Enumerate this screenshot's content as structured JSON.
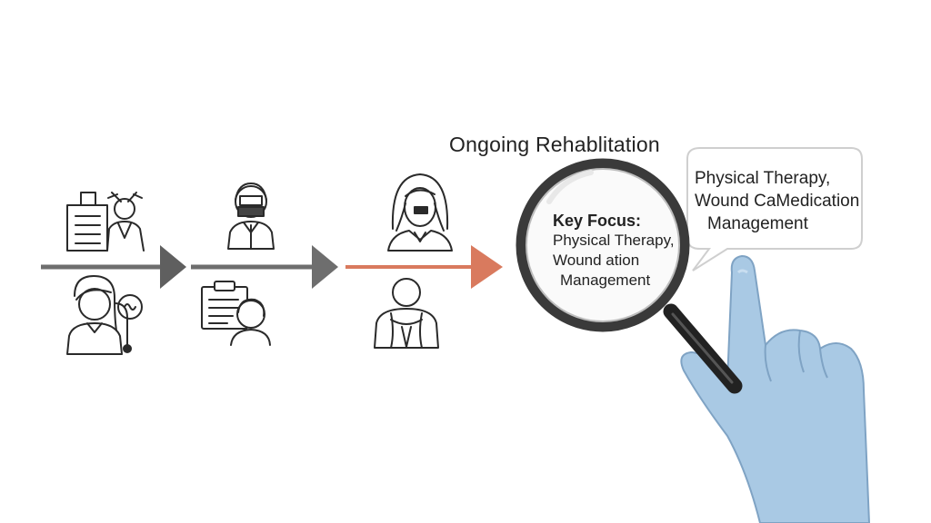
{
  "diagram": {
    "title": "Ongoing Rehablitation",
    "magnifier": {
      "heading": "Key Focus:",
      "line1": "Physical Therapy,",
      "line2": "Wound ation",
      "line3": "Management"
    },
    "callout": {
      "line1": "Physical Therapy,",
      "line2": "Wound CaMedication",
      "line3": "Management"
    },
    "colors": {
      "stroke": "#2a2a2a",
      "arrow_gray": "#6e6e6e",
      "arrow_accent": "#d97a5e",
      "lens_frame": "#3a3a3a",
      "glove": "#a9c9e4",
      "glove_outline": "#7fa3c4"
    },
    "icons": [
      "clipboard-doctor-icon",
      "nurse-stethoscope-icon",
      "masked-surgeon-icon",
      "clipboard-patient-icon",
      "woman-portrait-icon",
      "back-patient-icon",
      "magnifying-glass-icon",
      "pointing-hand-icon"
    ]
  }
}
